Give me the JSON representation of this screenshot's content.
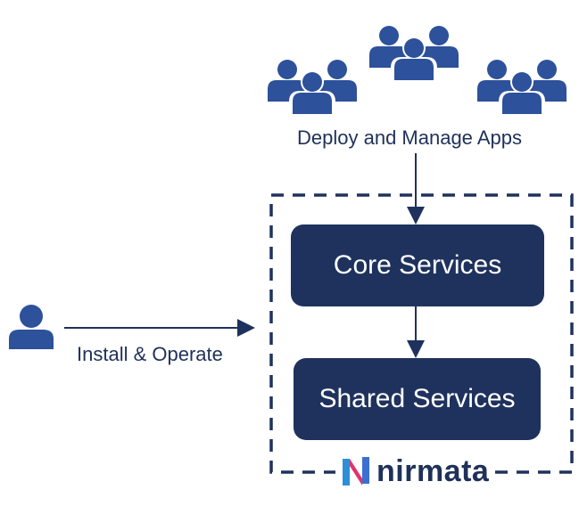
{
  "top_label": "Deploy and Manage Apps",
  "left_label": "Install & Operate",
  "core_services": "Core Services",
  "shared_services": "Shared Services",
  "brand": "nirmata",
  "colors": {
    "navy": "#1f325d",
    "people_blue": "#2d519a",
    "text": "#1f3159",
    "logo_blue": "#2d8fd6",
    "logo_pink": "#e0336e"
  },
  "icons": [
    "user-group-icon",
    "user-icon",
    "nirmata-logo-icon"
  ]
}
